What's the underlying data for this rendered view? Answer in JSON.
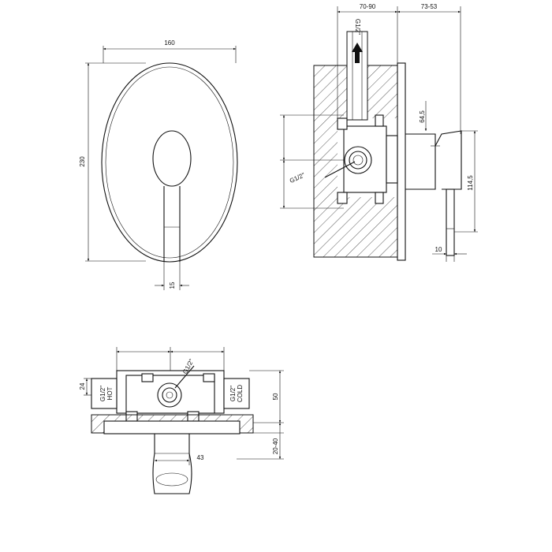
{
  "front_view": {
    "width_dim": "160",
    "height_dim": "230",
    "lever_dim": "15"
  },
  "side_view": {
    "top_dim_left": "70-90",
    "top_dim_right": "73-53",
    "outlet_label": "G1/2\"",
    "inlet_label": "G1/2\"",
    "dim_64_5": "64,5",
    "dim_114_5": "114,5",
    "dim_10": "10"
  },
  "top_view": {
    "center_label": "G1/2\"",
    "hot_thread": "G1/2\"",
    "hot_label": "HOT",
    "cold_thread": "G1/2\"",
    "cold_label": "COLD",
    "dim_24": "24",
    "dim_50": "50",
    "dim_20_40": "20-40",
    "dim_43": "43"
  },
  "colors": {
    "line": "#111111",
    "background": "#ffffff"
  }
}
